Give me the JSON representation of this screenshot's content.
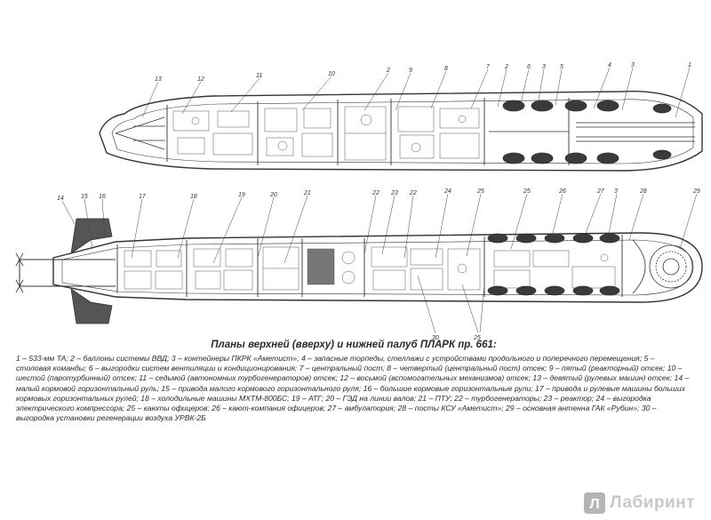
{
  "caption": {
    "title": "Планы верхней (вверху) и нижней палуб ПЛАРК пр. 661:",
    "body": "1 – 533-мм ТА; 2 – баллоны системы ВВД; 3 – контейнеры ПКРК «Аметист»; 4 – запасные торпеды, стеллажи с устройствами продольного и поперечного перемещения; 5 – столовая команды; 6 – выгородки систем вентиляции и кондиционирования; 7 – центральный пост; 8 – четвертый (центральный пост) отсек; 9 – пятый (реакторный) отсек; 10 – шестой (паротурбинный) отсек; 11 – седьмой (автономных турбогенераторов) отсек; 12 – восьмой (вспомогательных механизмов) отсек; 13 – девятый (рулевых машин) отсек; 14 – малый кормовой горизонтальный руль; 15 – привода малого кормового горизонтального руля; 16 – большие кормовые горизонтальные рули; 17 – привода и рулевые машины больших кормовых горизонтальных рулей; 18 – холодильные машины МХТМ-800БС; 19 – АТГ; 20 – ГЭД на линии валов; 21 – ПТУ; 22 – турбогенераторы; 23 – реактор; 24 – выгородка электрического компрессора; 25 – каюты офицеров; 26 – кают-компания офицеров; 27 – амбулатория; 28 – посты КСУ «Аметист»; 29 – основная антенна ГАК «Рубин»; 30 – выгородка установки регенерации воздуха УРВК-2Б"
  },
  "upper_labels": [
    "13",
    "12",
    "11",
    "10",
    "2",
    "9",
    "8",
    "7",
    "2",
    "6",
    "3",
    "5",
    "4",
    "3",
    "1"
  ],
  "lower_labels": [
    "14",
    "15",
    "16",
    "17",
    "18",
    "19",
    "20",
    "21",
    "22",
    "23",
    "22",
    "24",
    "25",
    "25",
    "26",
    "27",
    "3",
    "28",
    "29"
  ],
  "bottom_labels": [
    "30",
    "25"
  ],
  "watermark": {
    "text": "Лабиринт",
    "logo_letter": "Л",
    "logo_color": "#9a9a9a"
  }
}
